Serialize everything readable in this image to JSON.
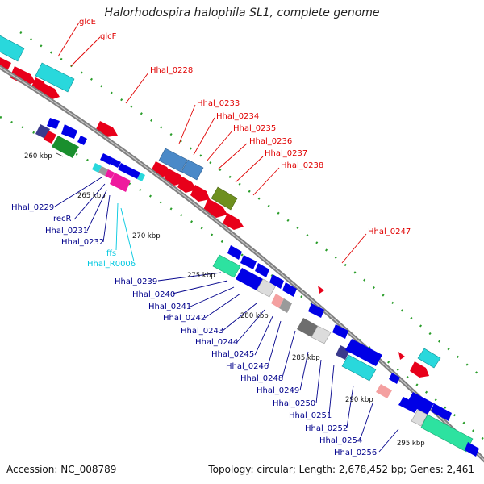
{
  "title": "Halorhodospira halophila SL1, complete genome",
  "footer": {
    "accession": "Accession: NC_008789",
    "topology": "Topology: circular; Length: 2,678,452 bp; Genes: 2,461"
  },
  "colors": {
    "backbone": "#808080",
    "forward_cds": "#e8001a",
    "reverse_cds": "#0000e6",
    "cyan": "#29d8dc",
    "steelblue": "#4a89c8",
    "olive": "#6e8f1e",
    "green": "#1a8f2e",
    "mint": "#2de2a0",
    "magenta": "#ef1a9e",
    "navy": "#3a3a8c",
    "label_red": "#e00000",
    "label_blue": "#00008b",
    "label_cyan": "#00c8e0"
  },
  "scale_ticks": [
    "260 kbp",
    "265 kbp",
    "270 kbp",
    "275 kbp",
    "280 kbp",
    "285 kbp",
    "290 kbp",
    "295 kbp"
  ],
  "labels": {
    "glcE": "glcE",
    "glcF": "glcF",
    "Hhal_0228": "Hhal_0228",
    "Hhal_0233": "Hhal_0233",
    "Hhal_0234": "Hhal_0234",
    "Hhal_0235": "Hhal_0235",
    "Hhal_0236": "Hhal_0236",
    "Hhal_0237": "Hhal_0237",
    "Hhal_0238": "Hhal_0238",
    "Hhal_0247": "Hhal_0247",
    "Hhal_0229": "Hhal_0229",
    "recR": "recR",
    "Hhal_0231": "Hhal_0231",
    "Hhal_0232": "Hhal_0232",
    "ffs": "ffs",
    "Hhal_R0006": "Hhal_R0006",
    "Hhal_0239": "Hhal_0239",
    "Hhal_0240": "Hhal_0240",
    "Hhal_0241": "Hhal_0241",
    "Hhal_0242": "Hhal_0242",
    "Hhal_0243": "Hhal_0243",
    "Hhal_0244": "Hhal_0244",
    "Hhal_0245": "Hhal_0245",
    "Hhal_0246": "Hhal_0246",
    "Hhal_0248": "Hhal_0248",
    "Hhal_0249": "Hhal_0249",
    "Hhal_0250": "Hhal_0250",
    "Hhal_0251": "Hhal_0251",
    "Hhal_0252": "Hhal_0252",
    "Hhal_0254": "Hhal_0254",
    "Hhal_0256": "Hhal_0256"
  }
}
